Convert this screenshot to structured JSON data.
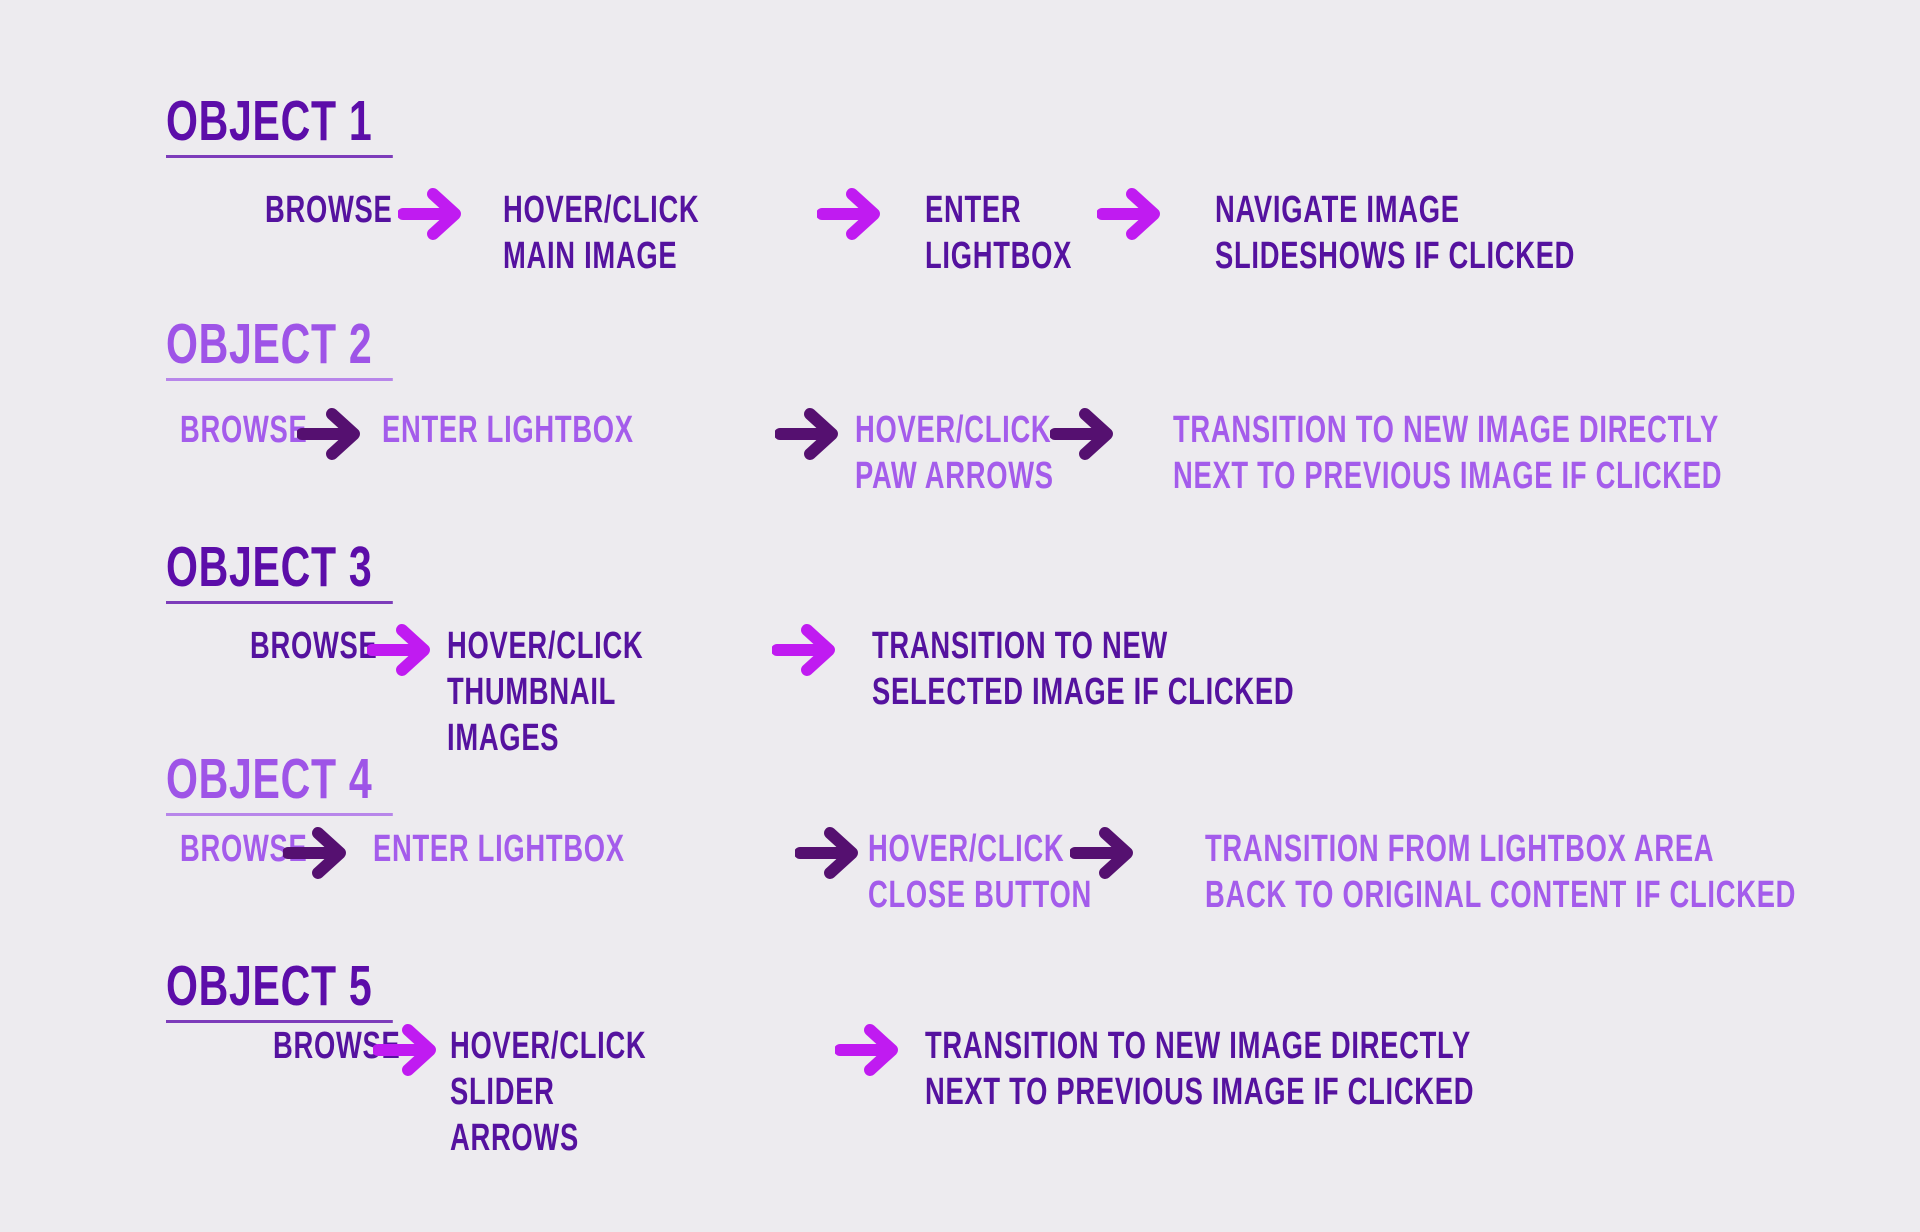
{
  "colors": {
    "background": "#edebef",
    "heading_dark": "#5c0da9",
    "heading_light": "#9e54e7",
    "text_dark": "#55129f",
    "text_light": "#a45ceb",
    "arrow_magenta": "#c01bf1",
    "arrow_dark": "#551070"
  },
  "sections": [
    {
      "title": "OBJECT 1",
      "steps": [
        {
          "lines": [
            "BROWSE"
          ]
        },
        {
          "lines": [
            "HOVER/CLICK",
            "MAIN IMAGE"
          ]
        },
        {
          "lines": [
            "ENTER",
            "LIGHTBOX"
          ]
        },
        {
          "lines": [
            "NAVIGATE IMAGE",
            "SLIDESHOWS IF CLICKED"
          ]
        }
      ]
    },
    {
      "title": "OBJECT 2",
      "steps": [
        {
          "lines": [
            "BROWSE"
          ]
        },
        {
          "lines": [
            "ENTER LIGHTBOX"
          ]
        },
        {
          "lines": [
            "HOVER/CLICK",
            "PAW ARROWS"
          ]
        },
        {
          "lines": [
            "TRANSITION TO NEW IMAGE DIRECTLY",
            "NEXT TO PREVIOUS IMAGE IF CLICKED"
          ]
        }
      ]
    },
    {
      "title": "OBJECT 3",
      "steps": [
        {
          "lines": [
            "BROWSE"
          ]
        },
        {
          "lines": [
            "HOVER/CLICK",
            "THUMBNAIL",
            "IMAGES"
          ]
        },
        {
          "lines": [
            "TRANSITION TO NEW",
            "SELECTED IMAGE IF CLICKED"
          ]
        }
      ]
    },
    {
      "title": "OBJECT 4",
      "steps": [
        {
          "lines": [
            "BROWSE"
          ]
        },
        {
          "lines": [
            "ENTER LIGHTBOX"
          ]
        },
        {
          "lines": [
            "HOVER/CLICK",
            "CLOSE BUTTON"
          ]
        },
        {
          "lines": [
            "TRANSITION FROM LIGHTBOX AREA",
            "BACK TO ORIGINAL CONTENT IF CLICKED"
          ]
        }
      ]
    },
    {
      "title": "OBJECT 5",
      "steps": [
        {
          "lines": [
            "BROWSE"
          ]
        },
        {
          "lines": [
            "HOVER/CLICK",
            "SLIDER",
            "ARROWS"
          ]
        },
        {
          "lines": [
            "TRANSITION TO NEW IMAGE DIRECTLY",
            "NEXT TO PREVIOUS IMAGE IF CLICKED"
          ]
        }
      ]
    }
  ]
}
